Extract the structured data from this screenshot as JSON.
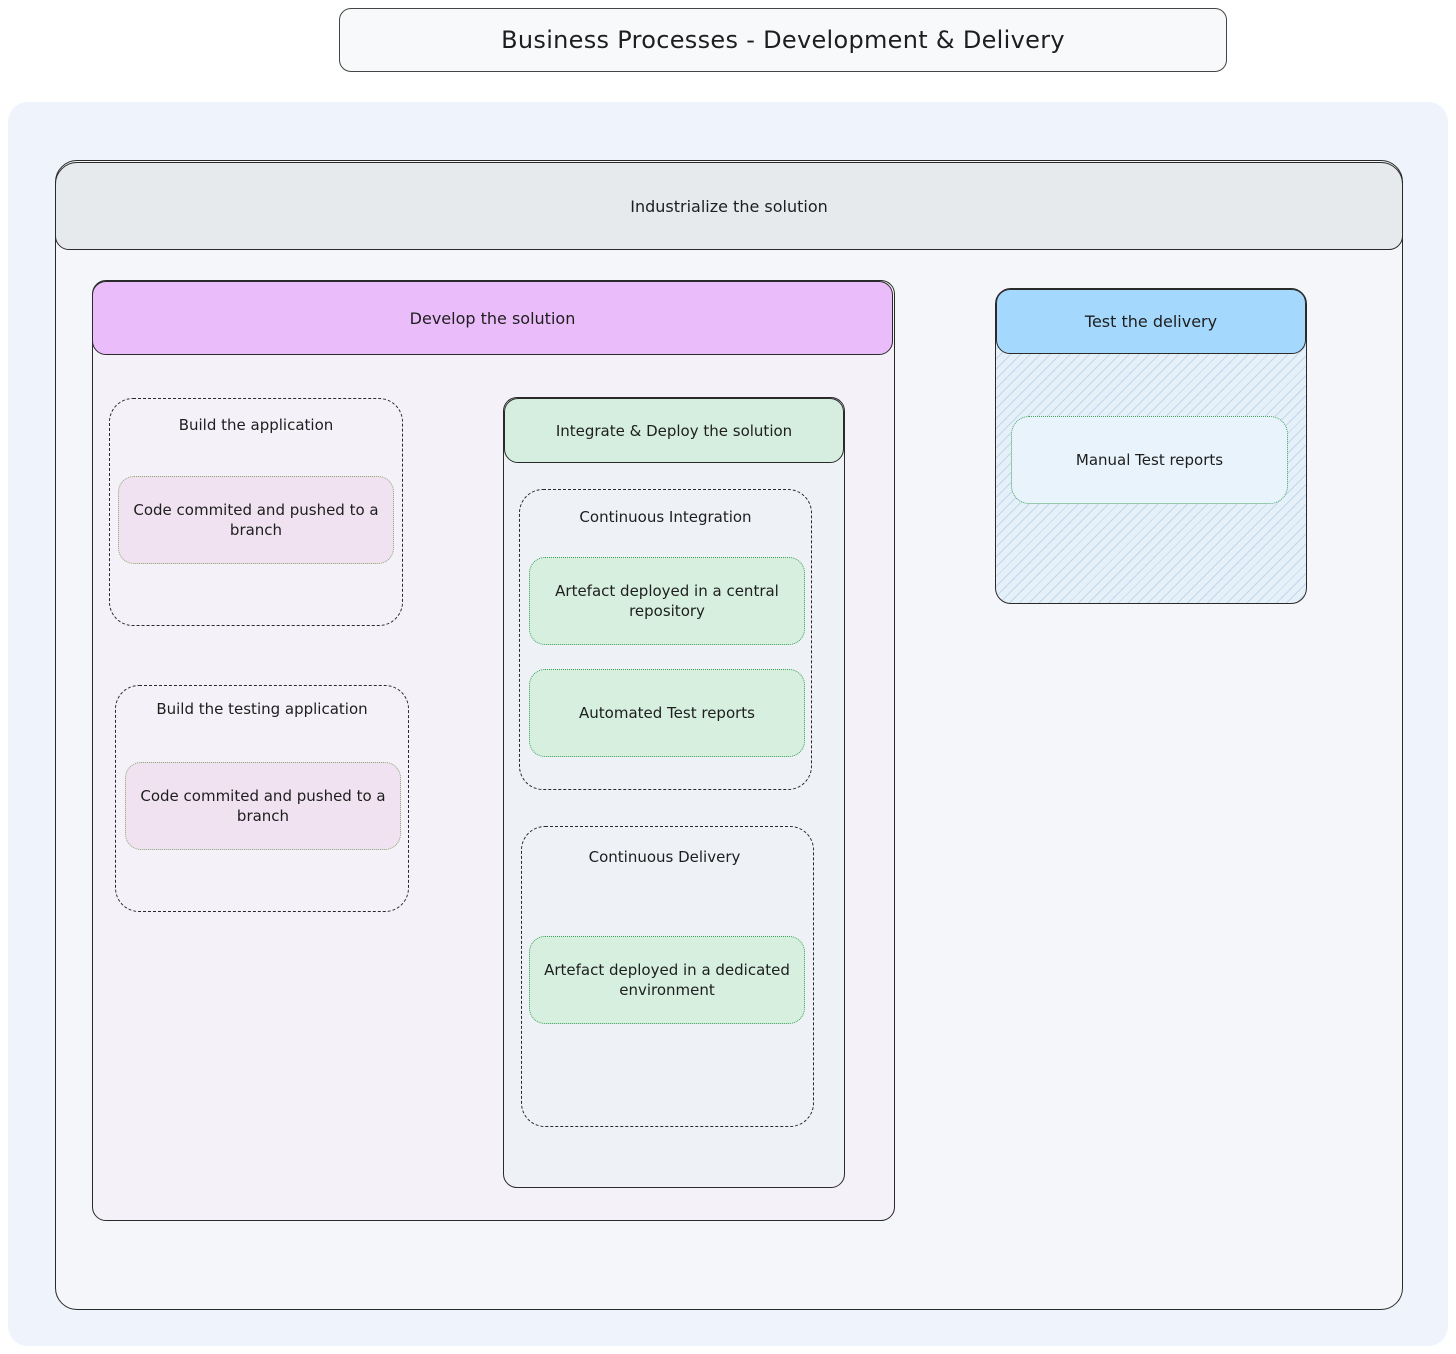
{
  "title": "Business Processes - Development & Delivery",
  "industrialize": {
    "label": "Industrialize the solution"
  },
  "develop": {
    "label": "Develop the solution",
    "build_app": {
      "label": "Build the application",
      "card": "Code commited and pushed to a branch"
    },
    "build_testing": {
      "label": "Build the testing application",
      "card": "Code commited and pushed to a branch"
    },
    "integrate": {
      "label": "Integrate & Deploy the solution",
      "ci": {
        "label": "Continuous Integration",
        "cards": [
          "Artefact deployed in a central repository",
          "Automated Test reports"
        ]
      },
      "cd": {
        "label": "Continuous Delivery",
        "cards": [
          "Artefact deployed in a dedicated environment"
        ]
      }
    }
  },
  "test": {
    "label": "Test the delivery",
    "card": "Manual Test reports"
  },
  "colors": {
    "canvas": "#eff4fc",
    "outer_header": "#e7eaed",
    "develop_header": "#ebbcfa",
    "integrate_header": "#d5eedf",
    "test_header": "#a5d8fd",
    "pink_card": "#f0e2f0",
    "green_card": "#d6efdf",
    "blue_card": "#e8f3fc"
  }
}
